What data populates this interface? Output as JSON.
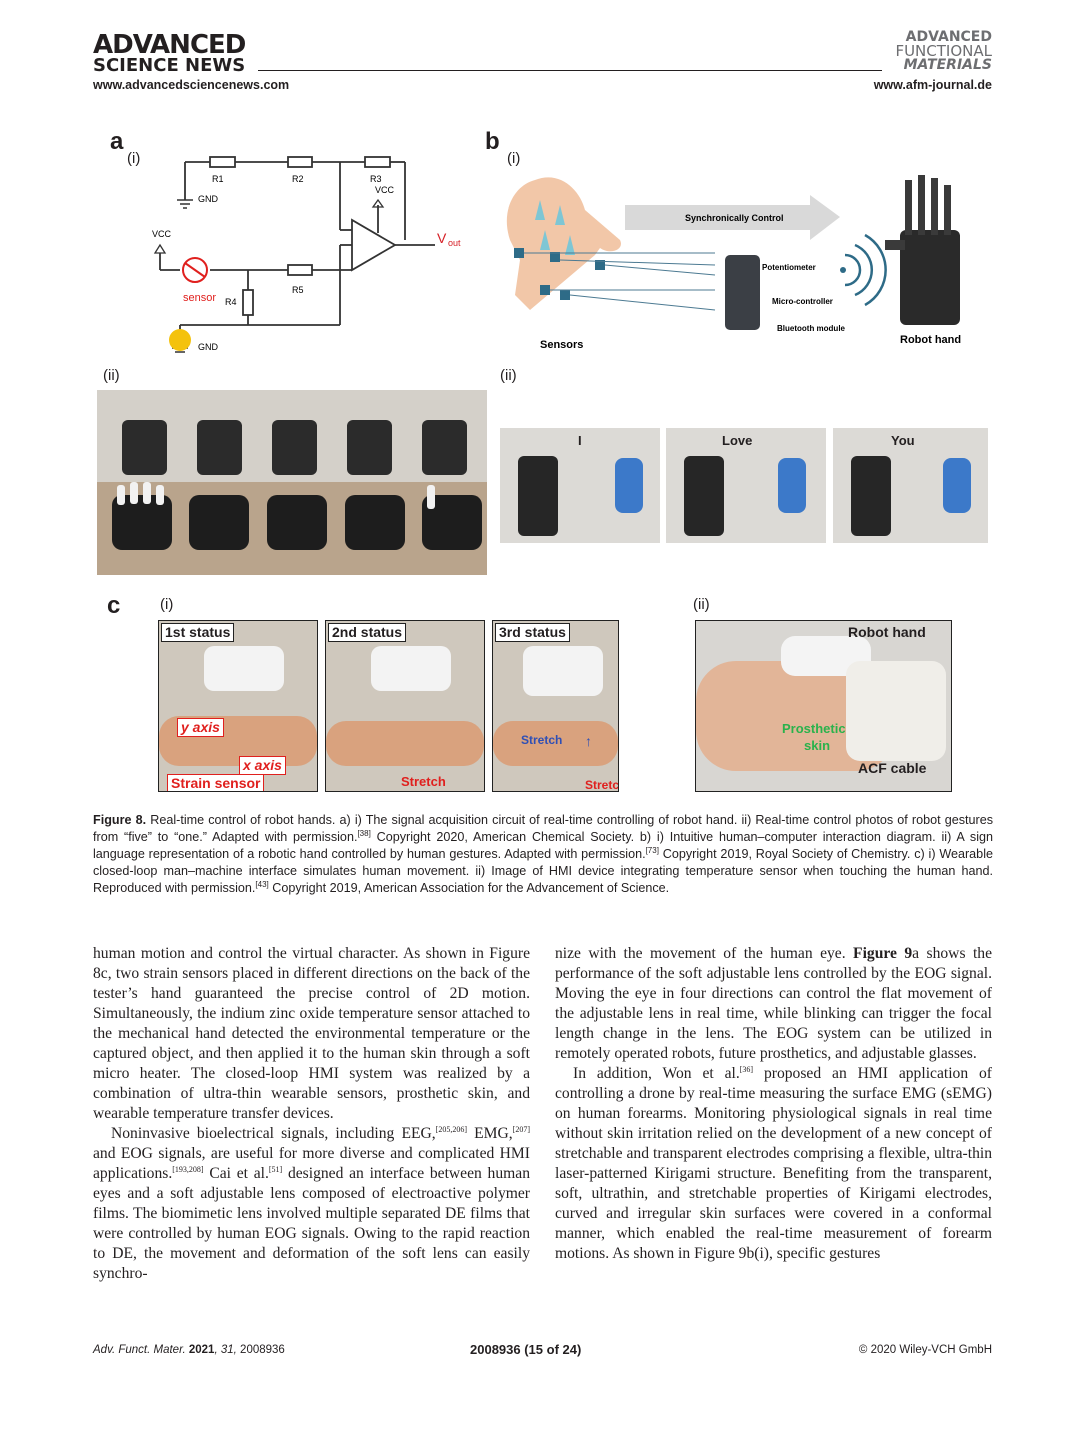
{
  "header": {
    "logo_line1": "ADVANCED",
    "logo_line2": "SCIENCE NEWS",
    "left_url": "www.advancedsciencenews.com",
    "journal_line1": "ADVANCED",
    "journal_line2": "FUNCTIONAL",
    "journal_line3": "MATERIALS",
    "right_url": "www.afm-journal.de"
  },
  "figure": {
    "panel_a": {
      "label": "a",
      "sub_i": "(i)",
      "sub_ii": "(ii)",
      "circuit": {
        "r1": "R1",
        "r2": "R2",
        "r3": "R3",
        "r4": "R4",
        "r5": "R5",
        "gnd_top": "GND",
        "gnd_bottom": "GND",
        "vcc_left": "VCC",
        "vcc_right": "VCC",
        "vout_main": "V",
        "vout_sub": "out",
        "sensor": "sensor"
      }
    },
    "panel_b": {
      "label": "b",
      "sub_i": "(i)",
      "sub_ii": "(ii)",
      "arrow_text": "Synchronically Control",
      "potentiometer": "Potentiometer",
      "microcontroller": "Micro-controller",
      "bluetooth": "Bluetooth module",
      "sensors": "Sensors",
      "robot_hand": "Robot hand",
      "sign_words": [
        "I",
        "Love",
        "You"
      ]
    },
    "panel_c": {
      "label": "c",
      "sub_i": "(i)",
      "sub_ii": "(ii)",
      "status": [
        "1st status",
        "2nd status",
        "3rd status"
      ],
      "y_axis": "y axis",
      "x_axis": "x axis",
      "strain_sensor": "Strain sensor",
      "stretch": "Stretch",
      "robot_hand": "Robot hand",
      "prosthetic_skin_1": "Prosthetic",
      "prosthetic_skin_2": "skin",
      "acf_cable": "ACF cable"
    },
    "colors": {
      "vout_red": "#d62027",
      "stretch_red": "#e0201e",
      "stretch_blue": "#2f4fb5",
      "prosthetic_green": "#2bb24c",
      "circuit_sensor_red": "#e0201e",
      "gnd_yellow": "#f4c20d"
    }
  },
  "caption": {
    "label": "Figure 8.",
    "p1": " Real-time control of robot hands. a) i) The signal acquisition circuit of real-time controlling of robot hand. ii) Real-time control photos of robot gestures from “five” to “one.” Adapted with permission.",
    "ref1": "[38]",
    "p2": " Copyright 2020, American Chemical Society. b) i) Intuitive human–computer interaction diagram. ii) A sign language representation of a robotic hand controlled by human gestures. Adapted with permission.",
    "ref2": "[73]",
    "p3": " Copyright 2019, Royal Society of Chemistry. c) i) Wearable closed-loop man–machine interface simulates human movement. ii) Image of HMI device integrating temperature sensor when touching the human hand. Reproduced with permission.",
    "ref3": "[43]",
    "p4": " Copyright 2019, American Association for the Advancement of Science."
  },
  "body_left": {
    "para1": "human motion and control the virtual character. As shown in Figure 8c, two strain sensors placed in different directions on the back of the tester’s hand guaranteed the precise control of 2D motion. Simultaneously, the indium zinc oxide temperature sensor attached to the mechanical hand detected the environmental temperature or the captured object, and then applied it to the human skin through a soft micro heater. The closed-loop HMI system was realized by a combination of ultra-thin wearable sensors, prosthetic skin, and wearable temperature transfer devices.",
    "para2_a": "Noninvasive bioelectrical signals, including EEG,",
    "para2_ref1": "[205,206]",
    "para2_b": " EMG,",
    "para2_ref2": "[207]",
    "para2_c": " and EOG signals, are useful for more diverse and complicated HMI applications.",
    "para2_ref3": "[193,208]",
    "para2_d": " Cai et al.",
    "para2_ref4": "[51]",
    "para2_e": " designed an interface between human eyes and a soft adjustable lens composed of electroactive polymer films. The biomimetic lens involved multiple separated DE films that were controlled by human EOG signals. Owing to the rapid reaction to DE, the movement and deformation of the soft lens can easily synchro-"
  },
  "body_right": {
    "para1_a": "nize with the movement of the human eye. ",
    "para1_fig": "Figure 9",
    "para1_b": "a shows the performance of the soft adjustable lens controlled by the EOG signal. Moving the eye in four directions can control the flat movement of the adjustable lens in real time, while blinking can trigger the focal length change in the lens. The EOG system can be utilized in remotely operated robots, future prosthetics, and adjustable glasses.",
    "para2_a": "In addition, Won et al.",
    "para2_ref": "[36]",
    "para2_b": " proposed an HMI application of controlling a drone by real-time measuring the surface EMG (sEMG) on human forearms. Monitoring physiological signals in real time without skin irritation relied on the development of a new concept of stretchable and transparent electrodes comprising a flexible, ultra-thin laser-patterned Kirigami structure. Benefiting from the transparent, soft, ultrathin, and stretchable properties of Kirigami electrodes, curved and irregular skin surfaces were covered in a conformal manner, which enabled the real-time measurement of forearm motions. As shown in Figure 9b(i), specific gestures"
  },
  "footer": {
    "journal": "Adv. Funct. Mater.",
    "year": "2021",
    "volume": "31",
    "article": "2008936",
    "page": "2008936  (15 of 24)",
    "copyright": "© 2020 Wiley-VCH GmbH"
  }
}
